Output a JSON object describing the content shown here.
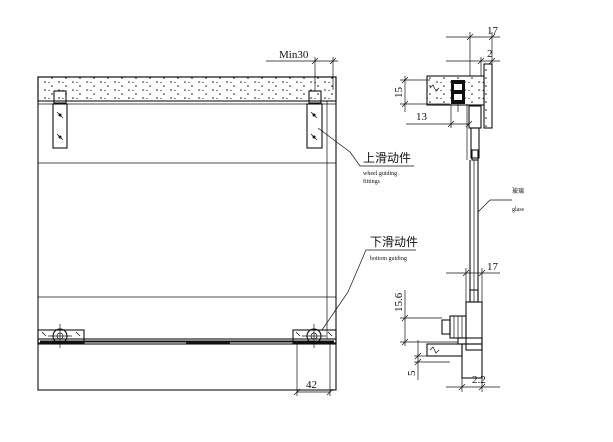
{
  "front_view": {
    "dimensions": {
      "min_clearance": "Min30",
      "roller_width": "42"
    },
    "callouts": {
      "upper_cn": "上滑动件",
      "upper_en_line1": "wheel guiding",
      "upper_en_line2": "fittings",
      "lower_cn": "下滑动件",
      "lower_en": "bottom guiding"
    }
  },
  "side_view": {
    "dimensions": {
      "top_width": "17",
      "top_gap": "2",
      "top_height": "15",
      "top_depth": "13",
      "bottom_width": "17",
      "bottom_height": "15.6",
      "bottom_base": "5",
      "bottom_offset": "2.2"
    },
    "glass_cn": "玻璃",
    "glass_en": "glass"
  }
}
